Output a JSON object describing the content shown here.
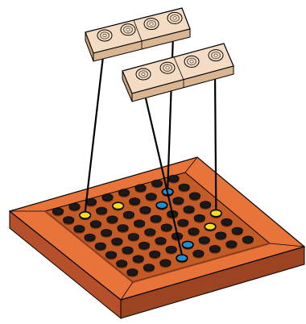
{
  "colors": {
    "frame_top": "#e8743a",
    "frame_side": "#b5502a",
    "frame_dark": "#8a3a1c",
    "well": "#c45a26",
    "peg": "#1a1a1a",
    "peg_rim": "#5a2a10",
    "yellow": "#f2e01c",
    "blue": "#1f8fcf",
    "tile_top": "#f4dcc4",
    "tile_side": "#d9b592",
    "stud_ring": "#8a6848",
    "line": "#000000"
  },
  "icons": {
    "tile_back": "lego-tile-four-studs-icon",
    "tile_front": "lego-tile-four-studs-icon",
    "board": "square-peg-board-icon"
  },
  "highlighted_pegs": [
    {
      "color": "yellow",
      "row": 1,
      "col": 1
    },
    {
      "color": "yellow",
      "row": 1,
      "col": 3
    },
    {
      "color": "blue",
      "row": 2,
      "col": 5
    },
    {
      "color": "blue",
      "row": 1,
      "col": 6
    },
    {
      "color": "yellow",
      "row": 5,
      "col": 6
    },
    {
      "color": "yellow",
      "row": 4,
      "col": 7
    },
    {
      "color": "blue",
      "row": 7,
      "col": 3
    },
    {
      "color": "blue",
      "row": 6,
      "col": 4
    }
  ]
}
